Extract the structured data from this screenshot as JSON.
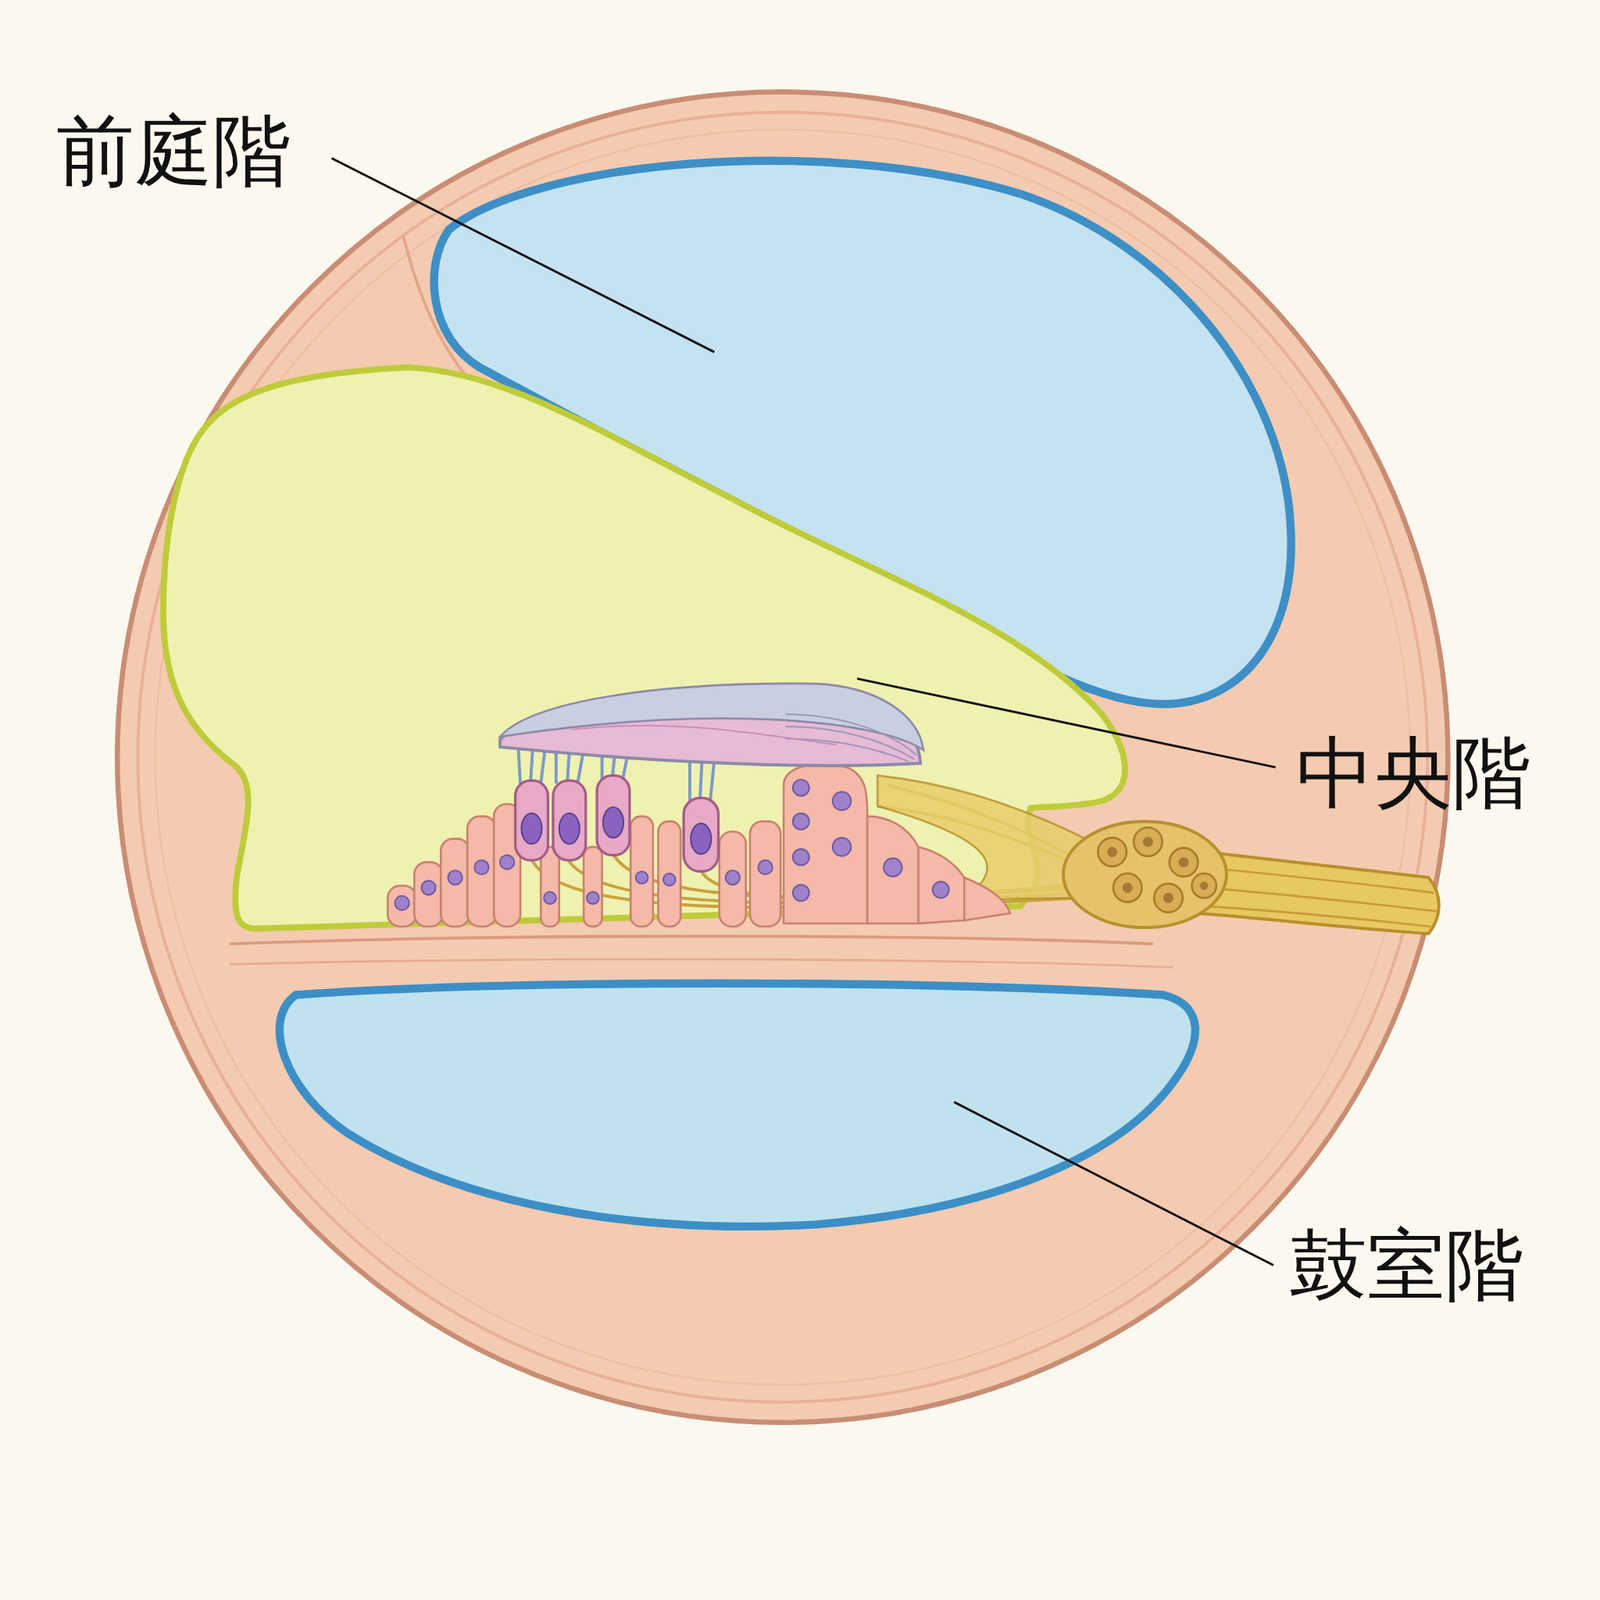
{
  "diagram": {
    "labels": [
      "前庭階",
      "中央階",
      "鼓室階"
    ]
  }
}
